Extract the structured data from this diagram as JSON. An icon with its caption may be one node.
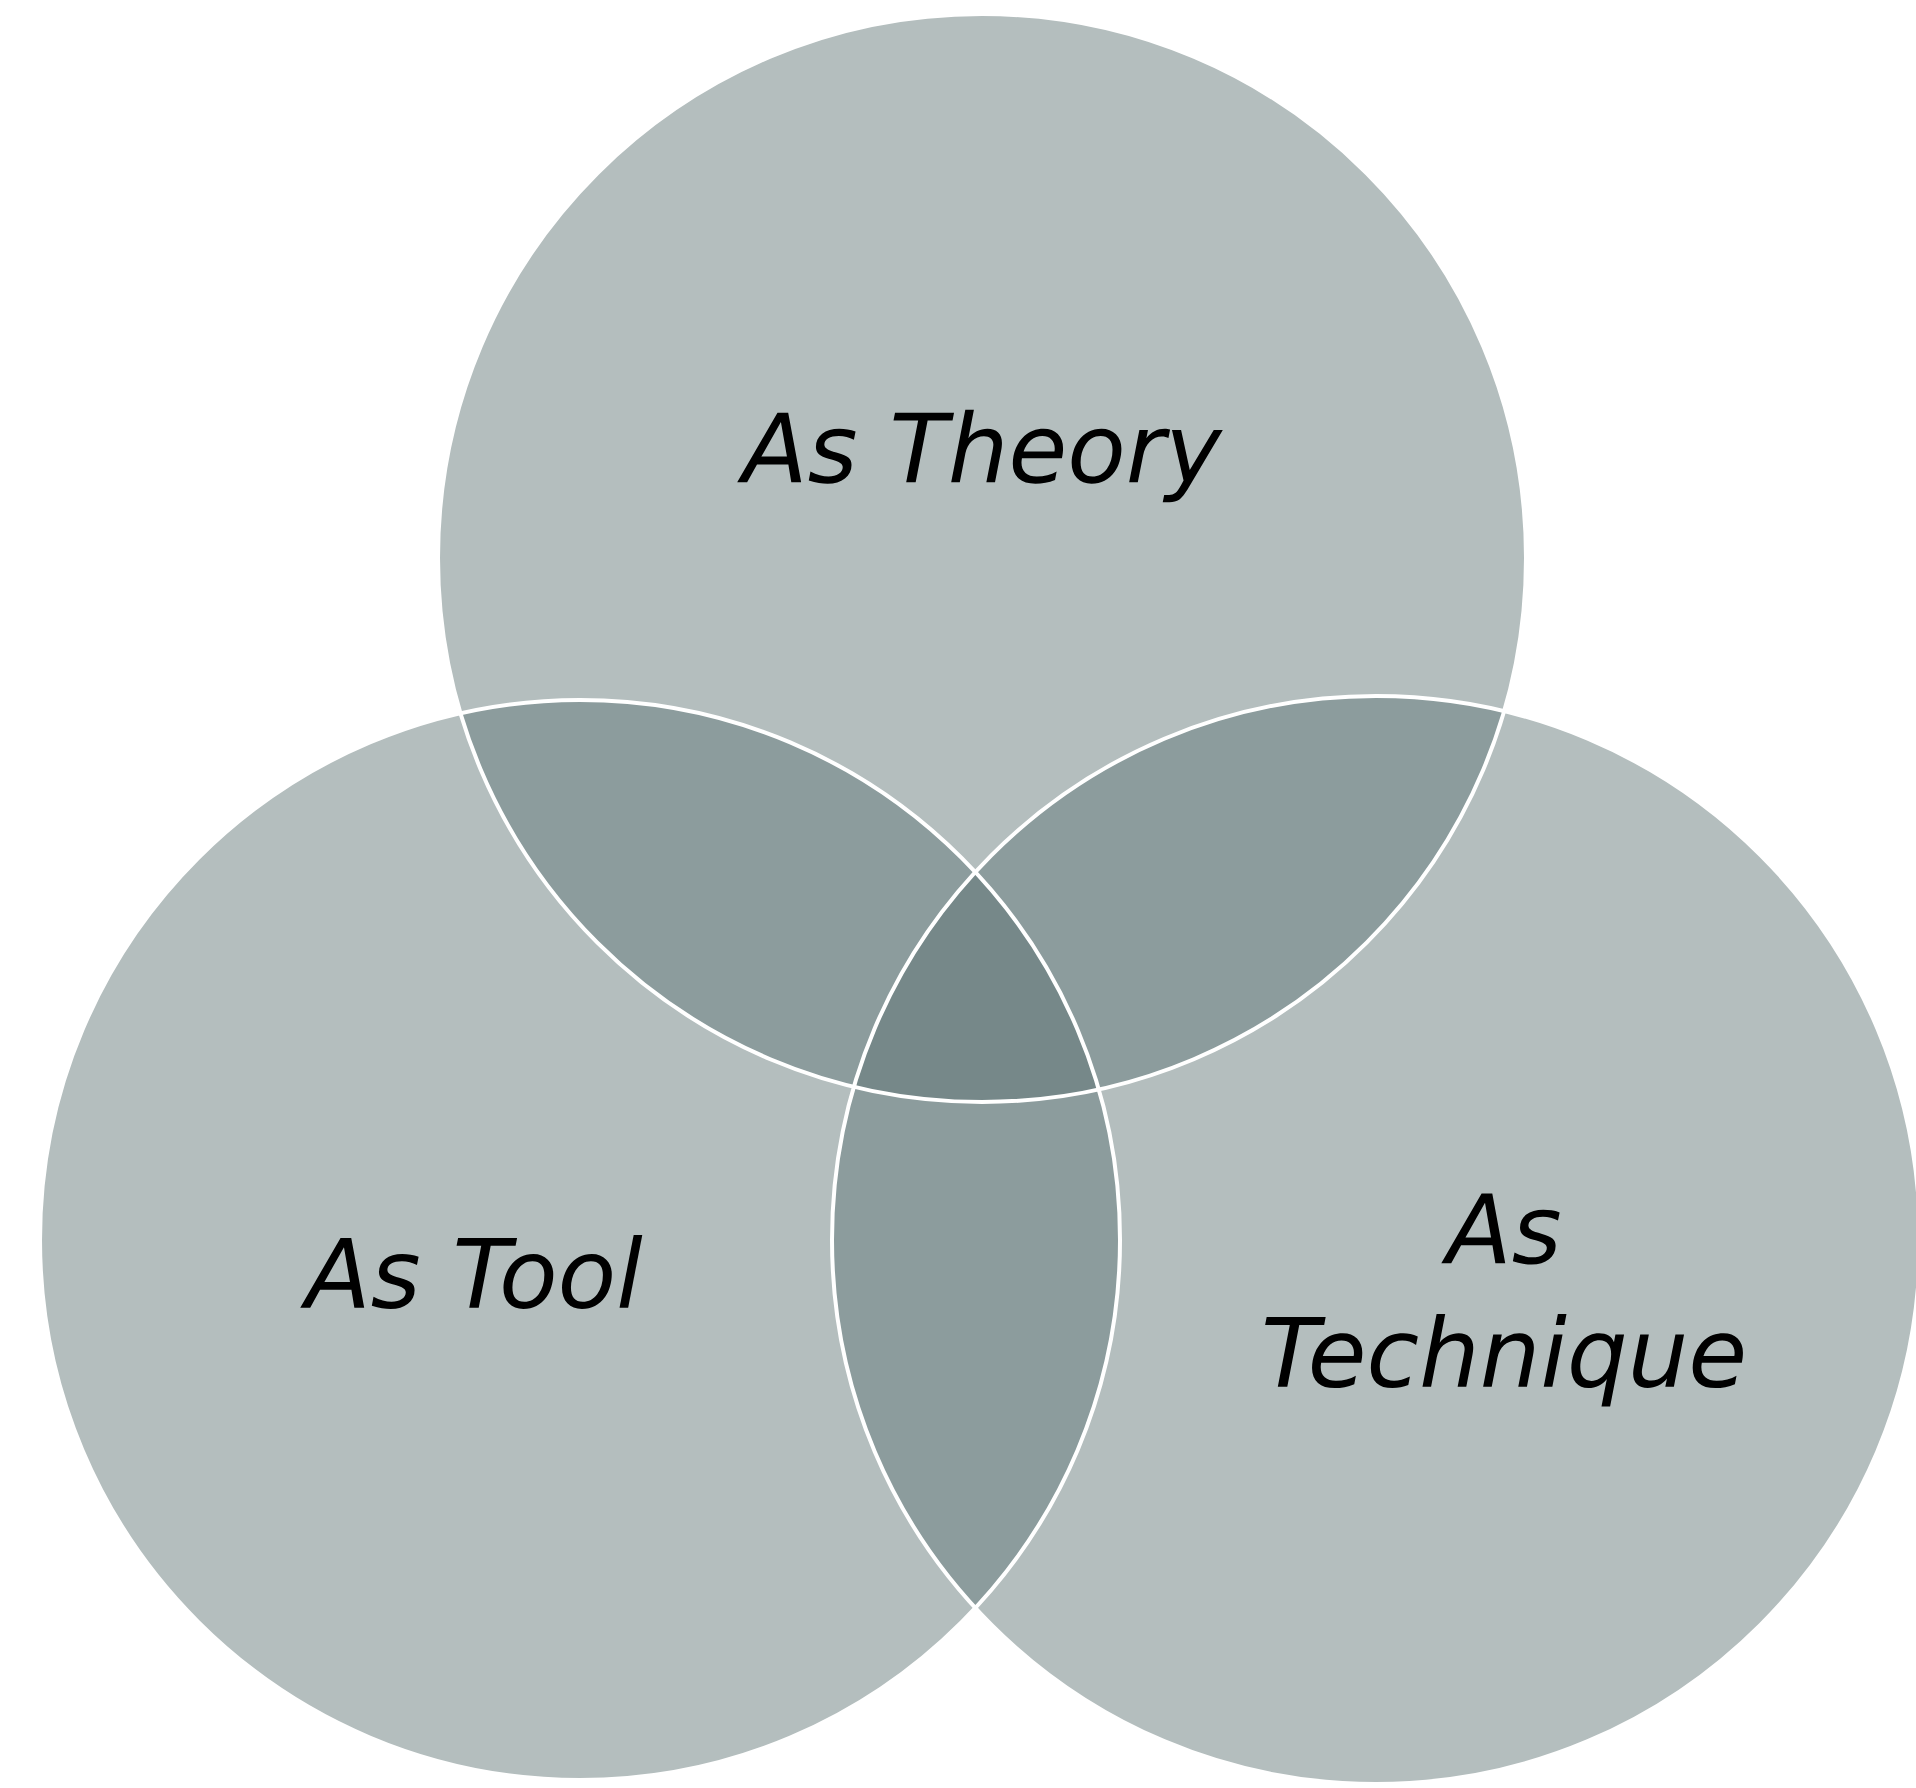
{
  "diagram": {
    "nodes": [
      {
        "text": [
          "As Theory"
        ]
      },
      {
        "text": [
          "As Tool"
        ]
      },
      {
        "text": [
          "As Technique"
        ]
      }
    ]
  }
}
